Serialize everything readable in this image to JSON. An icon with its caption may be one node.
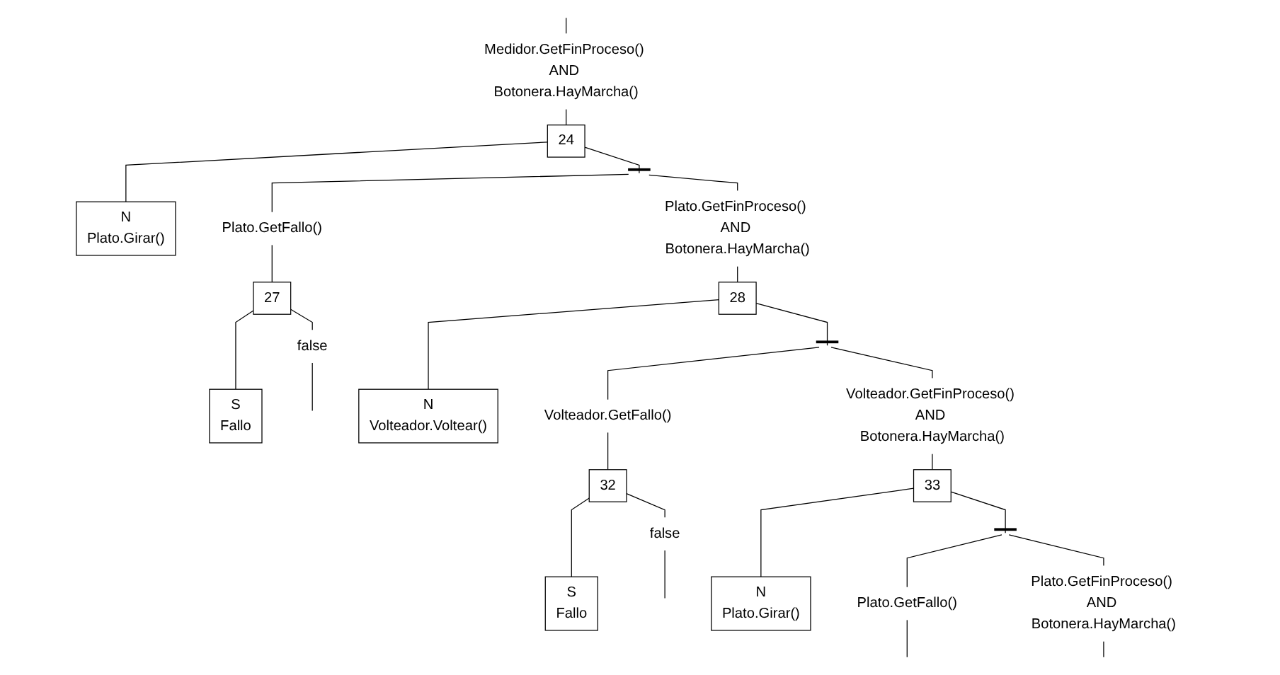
{
  "diagram": {
    "nodes": [
      {
        "text": [
          "Medidor.GetFinProceso() AND Botonera.HayMarcha()"
        ]
      },
      {
        "text": [
          "24"
        ]
      },
      {
        "text": [
          "N",
          "Plato.Girar()"
        ]
      },
      {
        "text": [],
        "shape": "bar"
      },
      {
        "text": [
          "Plato.GetFallo()"
        ]
      },
      {
        "text": [
          "Plato.GetFinProceso() AND Botonera.HayMarcha()"
        ]
      },
      {
        "text": [
          "27"
        ]
      },
      {
        "text": [
          "S",
          "Fallo"
        ]
      },
      {
        "text": [
          "28"
        ]
      },
      {
        "text": [
          "N",
          "Volteador.Voltear()"
        ]
      },
      {
        "text": [
          "false"
        ]
      },
      {
        "text": [],
        "shape": "bar"
      },
      {
        "text": [
          "Volteador.GetFallo()"
        ]
      },
      {
        "text": [
          "Volteador.GetFinProceso() AND Botonera.HayMarcha()"
        ]
      },
      {
        "text": [
          "32"
        ]
      },
      {
        "text": [
          "S",
          "Fallo"
        ]
      },
      {
        "text": [
          "33"
        ]
      },
      {
        "text": [
          "N",
          "Plato.Girar()"
        ]
      },
      {
        "text": [
          "false"
        ]
      },
      {
        "text": [],
        "shape": "bar"
      },
      {
        "text": [
          "Plato.GetFallo()"
        ]
      },
      {
        "text": [
          "Plato.GetFinProceso() AND Botonera.HayMarcha()"
        ]
      }
    ],
    "edges": [
      {
        "from": null,
        "to": 0,
        "arrow": "none"
      },
      {
        "from": 0,
        "to": 1,
        "arrow": "none"
      },
      {
        "from": 1,
        "to": 2,
        "arrow": "none"
      },
      {
        "from": 1,
        "to": 3,
        "arrow": "none"
      },
      {
        "from": 3,
        "to": 4,
        "arrow": "none"
      },
      {
        "from": 3,
        "to": 5,
        "arrow": "none"
      },
      {
        "from": 4,
        "to": 6,
        "arrow": "none"
      },
      {
        "from": 6,
        "to": 7,
        "arrow": "none"
      },
      {
        "from": 6,
        "to": 10,
        "arrow": "none"
      },
      {
        "from": 10,
        "to": null,
        "arrow": "none"
      },
      {
        "from": 5,
        "to": 8,
        "arrow": "none"
      },
      {
        "from": 8,
        "to": 9,
        "arrow": "none"
      },
      {
        "from": 8,
        "to": 11,
        "arrow": "none"
      },
      {
        "from": 11,
        "to": 12,
        "arrow": "none"
      },
      {
        "from": 11,
        "to": 13,
        "arrow": "none"
      },
      {
        "from": 12,
        "to": 14,
        "arrow": "none"
      },
      {
        "from": 14,
        "to": 15,
        "arrow": "none"
      },
      {
        "from": 14,
        "to": 18,
        "arrow": "none"
      },
      {
        "from": 18,
        "to": null,
        "arrow": "none"
      },
      {
        "from": 13,
        "to": 16,
        "arrow": "none"
      },
      {
        "from": 16,
        "to": 17,
        "arrow": "none"
      },
      {
        "from": 16,
        "to": 19,
        "arrow": "none"
      },
      {
        "from": 19,
        "to": 20,
        "arrow": "none"
      },
      {
        "from": 19,
        "to": 21,
        "arrow": "none"
      },
      {
        "from": 20,
        "to": null,
        "arrow": "none"
      },
      {
        "from": 21,
        "to": null,
        "arrow": "none"
      }
    ]
  }
}
